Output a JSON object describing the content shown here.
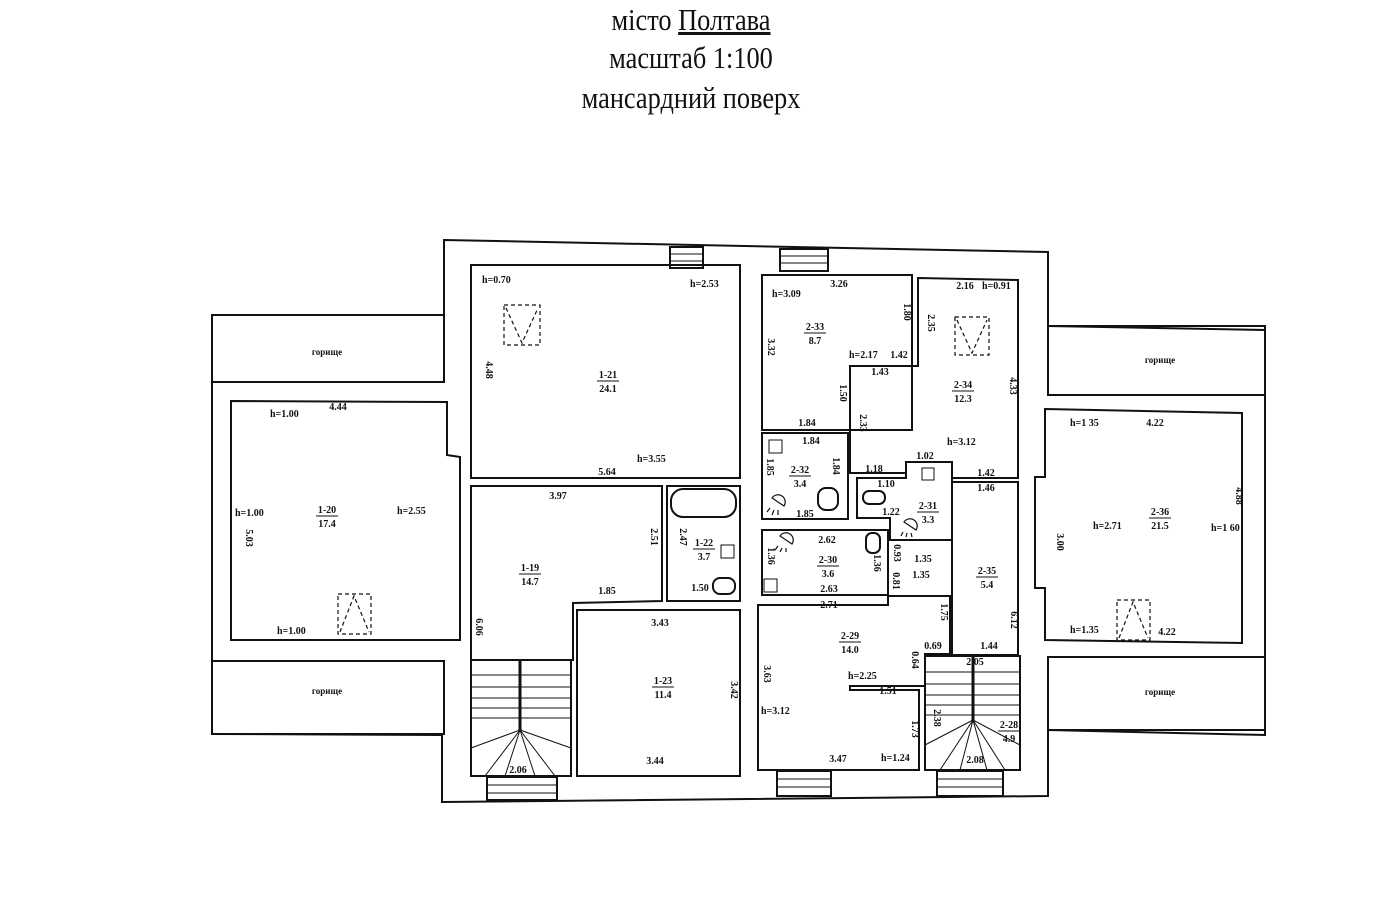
{
  "header": {
    "city_prefix": "місто",
    "city": "Полтава",
    "scale": "масштаб 1:100",
    "floor": "мансардний поверх"
  },
  "attic_label": "горище",
  "rooms": [
    {
      "id": "1-21",
      "area": "24.1"
    },
    {
      "id": "1-20",
      "area": "17.4"
    },
    {
      "id": "1-19",
      "area": "14.7"
    },
    {
      "id": "1-22",
      "area": "3.7"
    },
    {
      "id": "1-23",
      "area": "11.4"
    },
    {
      "id": "2-33",
      "area": "8.7"
    },
    {
      "id": "2-34",
      "area": "12.3"
    },
    {
      "id": "2-32",
      "area": "3.4"
    },
    {
      "id": "2-31",
      "area": "3.3"
    },
    {
      "id": "2-30",
      "area": "3.6"
    },
    {
      "id": "2-35",
      "area": "5.4"
    },
    {
      "id": "2-36",
      "area": "21.5"
    },
    {
      "id": "2-29",
      "area": "14.0"
    },
    {
      "id": "2-28",
      "area": "4.9"
    }
  ],
  "heights": [
    "h=0.70",
    "h=2.53",
    "h=3.55",
    "h=1.00",
    "h=1.00",
    "h=2.55",
    "h=1.00",
    "h=3.09",
    "h=2.17",
    "h=0.91",
    "h=3.12",
    "h=1 35",
    "h=2.71",
    "h=1 60",
    "h=1.35",
    "h=2.25",
    "h=3.12",
    "h=1.24"
  ],
  "dims": [
    "4.44",
    "5.64",
    "3.97",
    "1.85",
    "3.43",
    "3.44",
    "2.06",
    "3.26",
    "2.16",
    "1.42",
    "1.43",
    "1.84",
    "1.84",
    "1.85",
    "1.02",
    "1.18",
    "1.10",
    "1.22",
    "1.42",
    "1.46",
    "4.22",
    "4.22",
    "2.62",
    "2.63",
    "2.71",
    "1.35",
    "1.35",
    "0.69",
    "1.44",
    "2.05",
    "1.51",
    "3.47",
    "2.08",
    "1.50"
  ],
  "vdims": [
    "4.48",
    "5.03",
    "6.06",
    "2.51",
    "2.47",
    "3.32",
    "1.80",
    "2.35",
    "4.33",
    "1.50",
    "2.33",
    "1.85",
    "1.84",
    "1.36",
    "1.36",
    "0.93",
    "0.81",
    "1.75",
    "6.12",
    "3.00",
    "4.88",
    "3.63",
    "0.64",
    "1.73",
    "2.38",
    "3.42"
  ]
}
